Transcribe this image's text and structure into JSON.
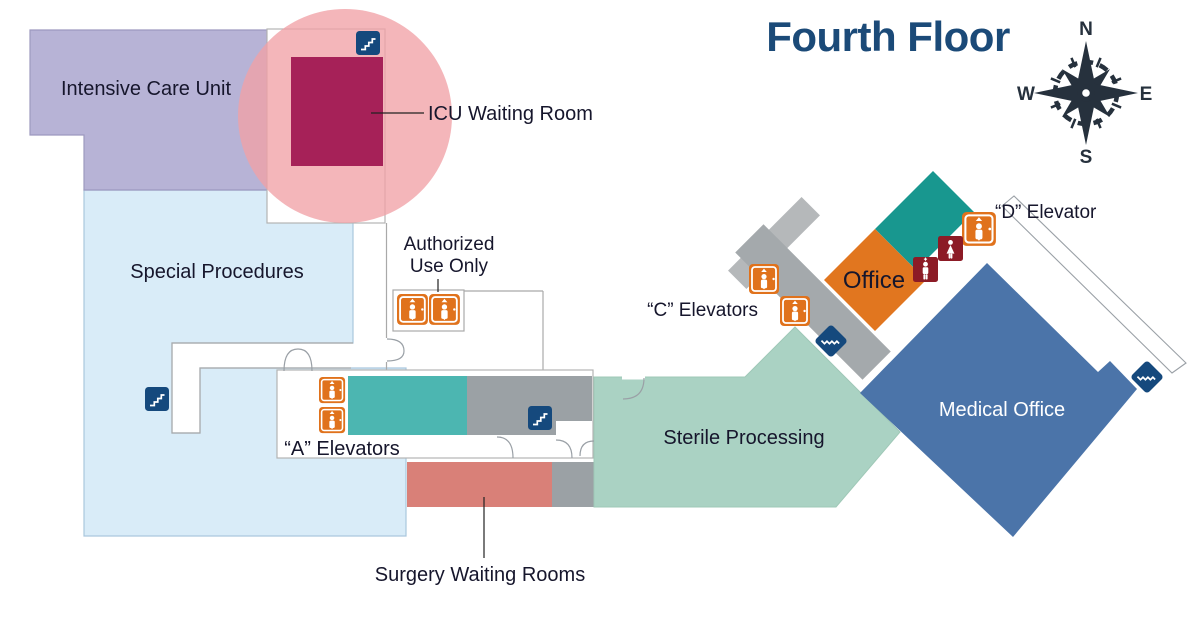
{
  "title": "Fourth Floor",
  "compass": {
    "n": "N",
    "e": "E",
    "s": "S",
    "w": "W"
  },
  "regions": {
    "icu": {
      "label": "Intensive Care Unit",
      "color": "#b7b3d6"
    },
    "icu_waiting_room": {
      "label": "ICU Waiting Room",
      "color": "#a62158",
      "highlight_color": "#f1a2a6"
    },
    "special_procedures": {
      "label": "Special Procedures",
      "color": "#d9ecf8"
    },
    "sterile_processing": {
      "label": "Sterile Processing",
      "color": "#aad2c3"
    },
    "surgery_waiting_rooms": {
      "label": "Surgery Waiting Rooms",
      "color": "#d98078"
    },
    "office": {
      "label": "Office",
      "color": "#e1761f"
    },
    "medical_office": {
      "label": "Medical Office",
      "color": "#4b74a9"
    },
    "authorized_area": {
      "label_line1": "Authorized",
      "label_line2": "Use Only"
    },
    "elevators_a": {
      "label": "“A” Elevators"
    },
    "elevators_c": {
      "label": "“C” Elevators"
    },
    "elevator_d": {
      "label": "“D” Elevator"
    }
  },
  "corridors": {
    "teal_color": "#4cb6b1",
    "gray_color": "#9ba1a5",
    "silver_color": "#b5b8ba"
  },
  "icons": {
    "stairs": "stairs-icon",
    "elevator": "elevator-icon",
    "restroom_men": "mens-restroom-icon",
    "restroom_women": "womens-restroom-icon",
    "compass": "compass-rose-icon"
  },
  "icon_colors": {
    "stairs_navy": "#15497d",
    "elevator_orange": "#e0721c",
    "restroom_maroon": "#8c1b26"
  },
  "title_color": "#1b4a78",
  "compass_color": "#26313d"
}
